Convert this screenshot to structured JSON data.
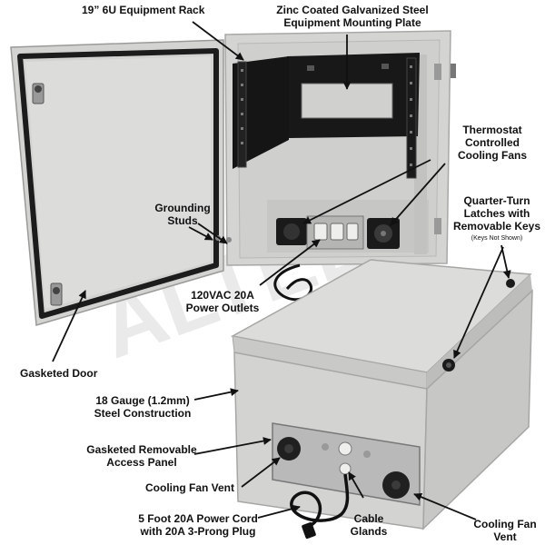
{
  "watermark": "ALTELIX",
  "labels": {
    "equipment_rack": "19” 6U Equipment Rack",
    "mounting_plate": [
      "Zinc Coated Galvanized Steel",
      "Equipment Mounting Plate"
    ],
    "cooling_fans": [
      "Thermostat",
      "Controlled",
      "Cooling Fans"
    ],
    "grounding_studs": [
      "Grounding",
      "Studs"
    ],
    "latches": [
      "Quarter-Turn",
      "Latches with",
      "Removable Keys"
    ],
    "keys_note": "(Keys Not Shown)",
    "power_outlets": [
      "120VAC 20A",
      "Power Outlets"
    ],
    "gasketed_door": "Gasketed Door",
    "steel_construction": [
      "18 Gauge (1.2mm)",
      "Steel Construction"
    ],
    "access_panel": [
      "Gasketed Removable",
      "Access Panel"
    ],
    "fan_vent_left": "Cooling Fan Vent",
    "power_cord": [
      "5 Foot 20A Power Cord",
      "with 20A 3-Prong Plug"
    ],
    "cable_glands": [
      "Cable",
      "Glands"
    ],
    "fan_vent_right": [
      "Cooling Fan",
      "Vent"
    ]
  },
  "colors": {
    "enclosure_gray": "#d8d8d6",
    "gasket_black": "#1c1c1c",
    "mounting_plate_black": "#181818",
    "access_panel_silver": "#b9b9b9",
    "watermark": "#e6e6e6"
  }
}
